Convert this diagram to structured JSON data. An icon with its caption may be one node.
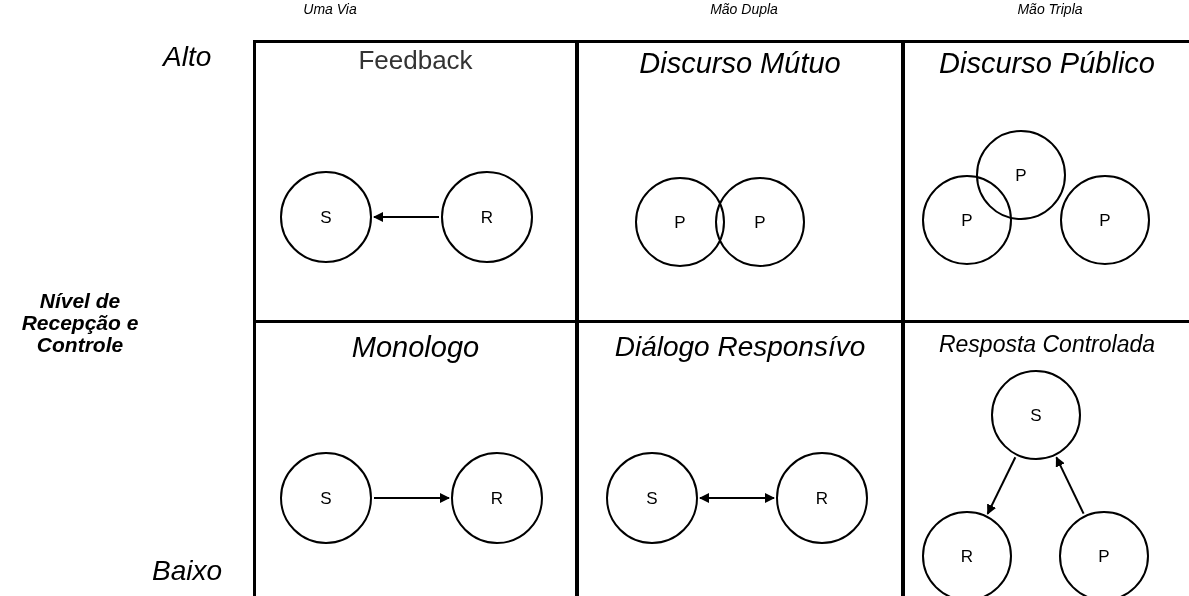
{
  "diagram": {
    "nodes": [
      {
        "text": [
          "Feedback"
        ]
      },
      {
        "text": [
          "Discurso Mútuo"
        ]
      },
      {
        "text": [
          "Discurso Público"
        ]
      },
      {
        "text": [
          "Monologo"
        ]
      },
      {
        "text": [
          "Diálogo Responsívo"
        ]
      },
      {
        "text": [
          "Resposta Controlada"
        ]
      },
      {
        "text": [
          "S"
        ],
        "in": 0
      },
      {
        "text": [
          "R"
        ],
        "in": 0
      },
      {
        "text": [
          "P"
        ],
        "in": 1
      },
      {
        "text": [
          "P"
        ],
        "in": 1
      },
      {
        "text": [
          "P"
        ],
        "in": 2
      },
      {
        "text": [
          "P"
        ],
        "in": 2
      },
      {
        "text": [
          "P"
        ],
        "in": 2
      },
      {
        "text": [
          "S"
        ],
        "in": 3
      },
      {
        "text": [
          "R"
        ],
        "in": 3
      },
      {
        "text": [
          "S"
        ],
        "in": 4
      },
      {
        "text": [
          "R"
        ],
        "in": 4
      },
      {
        "text": [
          "S"
        ],
        "in": 5
      },
      {
        "text": [
          "R"
        ],
        "in": 5
      },
      {
        "text": [
          "P"
        ],
        "in": 5
      }
    ],
    "edges": [
      {
        "from": 7,
        "to": 6,
        "arrow": "to"
      },
      {
        "from": 13,
        "to": 14,
        "arrow": "to"
      },
      {
        "from": 15,
        "to": 16,
        "arrow": "both"
      },
      {
        "from": 17,
        "to": 18,
        "arrow": "to"
      },
      {
        "from": 19,
        "to": 17,
        "arrow": "to"
      }
    ],
    "labels": [
      "Uma Via",
      "Mão Dupla",
      "Mão Tripla",
      "Alto",
      "Nível de Recepção e Controle",
      "Baixo"
    ]
  }
}
